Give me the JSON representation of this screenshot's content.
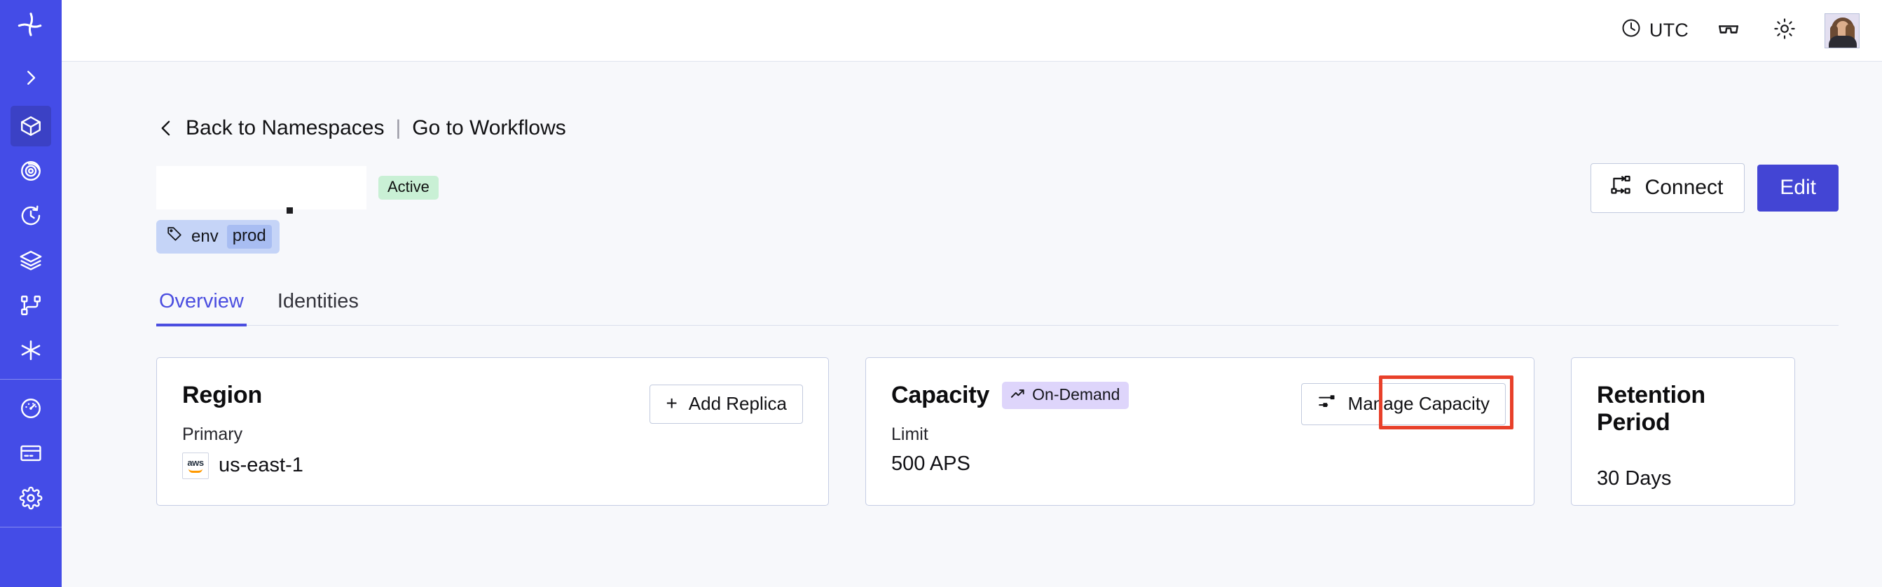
{
  "sidebar": {
    "logo_icon": "temporal-star-logo-icon",
    "collapse_icon": "chevron-right-icon",
    "items": [
      {
        "name": "namespaces",
        "icon": "cube-icon",
        "active": true
      },
      {
        "name": "observability",
        "icon": "eye-spiral-icon",
        "active": false
      },
      {
        "name": "schedules",
        "icon": "clock-history-icon",
        "active": false
      },
      {
        "name": "layers",
        "icon": "layers-stack-icon",
        "active": false
      },
      {
        "name": "workflows",
        "icon": "git-branch-icon",
        "active": false
      },
      {
        "name": "nexus",
        "icon": "asterisk-icon",
        "active": false
      },
      {
        "name": "usage",
        "icon": "gauge-icon",
        "active": false
      },
      {
        "name": "billing",
        "icon": "credit-card-icon",
        "active": false
      },
      {
        "name": "settings",
        "icon": "gear-icon",
        "active": false
      }
    ]
  },
  "topbar": {
    "timezone_label": "UTC",
    "timezone_icon": "clock-icon",
    "glasses_icon": "reading-glasses-icon",
    "theme_icon": "sun-icon",
    "avatar_icon": "user-avatar"
  },
  "breadcrumb": {
    "back_chevron_icon": "chevron-left-icon",
    "back_label": "Back to Namespaces",
    "divider": "|",
    "forward_label": "Go to Workflows"
  },
  "header": {
    "namespace_name": "",
    "status_badge": "Active",
    "connect_label": "Connect",
    "connect_icon": "connect-nodes-icon",
    "edit_label": "Edit"
  },
  "tags": [
    {
      "icon": "tag-icon",
      "key": "env",
      "value": "prod"
    }
  ],
  "tabs": [
    {
      "label": "Overview",
      "active": true
    },
    {
      "label": "Identities",
      "active": false
    }
  ],
  "cards": {
    "region": {
      "title": "Region",
      "button_label": "Add Replica",
      "button_icon": "plus-icon",
      "sub_label": "Primary",
      "provider_icon": "aws-logo-icon",
      "value": "us-east-1"
    },
    "capacity": {
      "title": "Capacity",
      "badge_label": "On-Demand",
      "badge_icon": "trending-up-icon",
      "button_label": "Manage Capacity",
      "button_icon": "sliders-icon",
      "sub_label": "Limit",
      "value": "500 APS",
      "highlighted": true
    },
    "retention": {
      "title": "Retention Period",
      "value": "30 Days"
    }
  },
  "colors": {
    "sidebar_bg": "#444ce7",
    "sidebar_active": "#3b41c5",
    "accent": "#4b4ee0",
    "page_bg": "#f7f8fb",
    "card_border": "#c5cde4",
    "badge_active_bg": "#c9f0d5",
    "badge_ondemand_bg": "#ded5fb",
    "tag_bg": "#c5d4f7",
    "tag_value_bg": "#a8bdf2",
    "highlight_red": "#e8402a",
    "edit_button_bg": "#4345d4"
  }
}
